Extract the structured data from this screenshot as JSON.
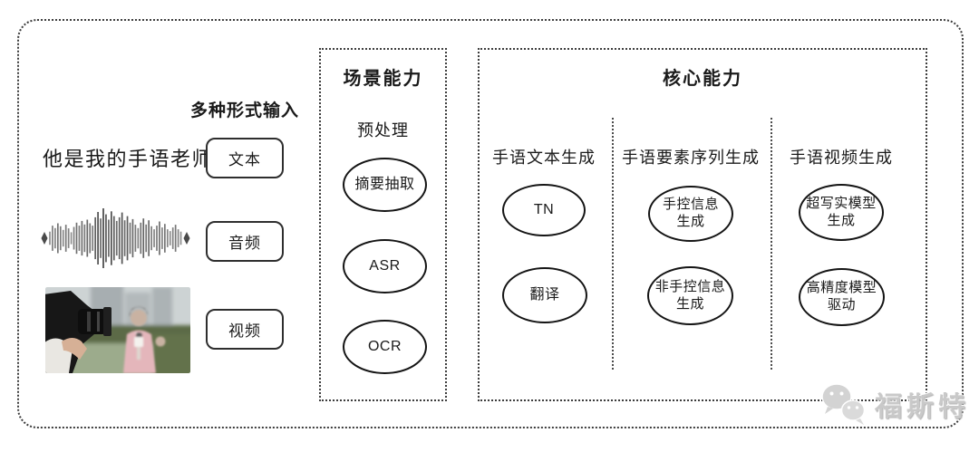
{
  "input_section": {
    "title": "多种形式输入",
    "sample_text": "他是我的手语老师",
    "boxes": [
      {
        "label": "文本"
      },
      {
        "label": "音频"
      },
      {
        "label": "视频"
      }
    ]
  },
  "scene_capability": {
    "title": "场景能力",
    "stage_label": "预处理",
    "nodes": [
      "摘要抽取",
      "ASR",
      "OCR"
    ]
  },
  "core_capability": {
    "title": "核心能力",
    "columns": [
      {
        "header": "手语文本生成",
        "nodes": [
          "TN",
          "翻译"
        ]
      },
      {
        "header": "手语要素序列生成",
        "nodes": [
          "手控信息\n生成",
          "非手控信息\n生成"
        ]
      },
      {
        "header": "手语视频生成",
        "nodes": [
          "超写实模型\n生成",
          "高精度模型\n驱动"
        ]
      }
    ]
  },
  "watermark": {
    "icon": "wechat-icon",
    "text": "福斯特"
  },
  "colors": {
    "line": "#3c3c3c",
    "node_border": "#141414",
    "text": "#1a1a1a",
    "watermark_gray": "#c9c9c9"
  }
}
